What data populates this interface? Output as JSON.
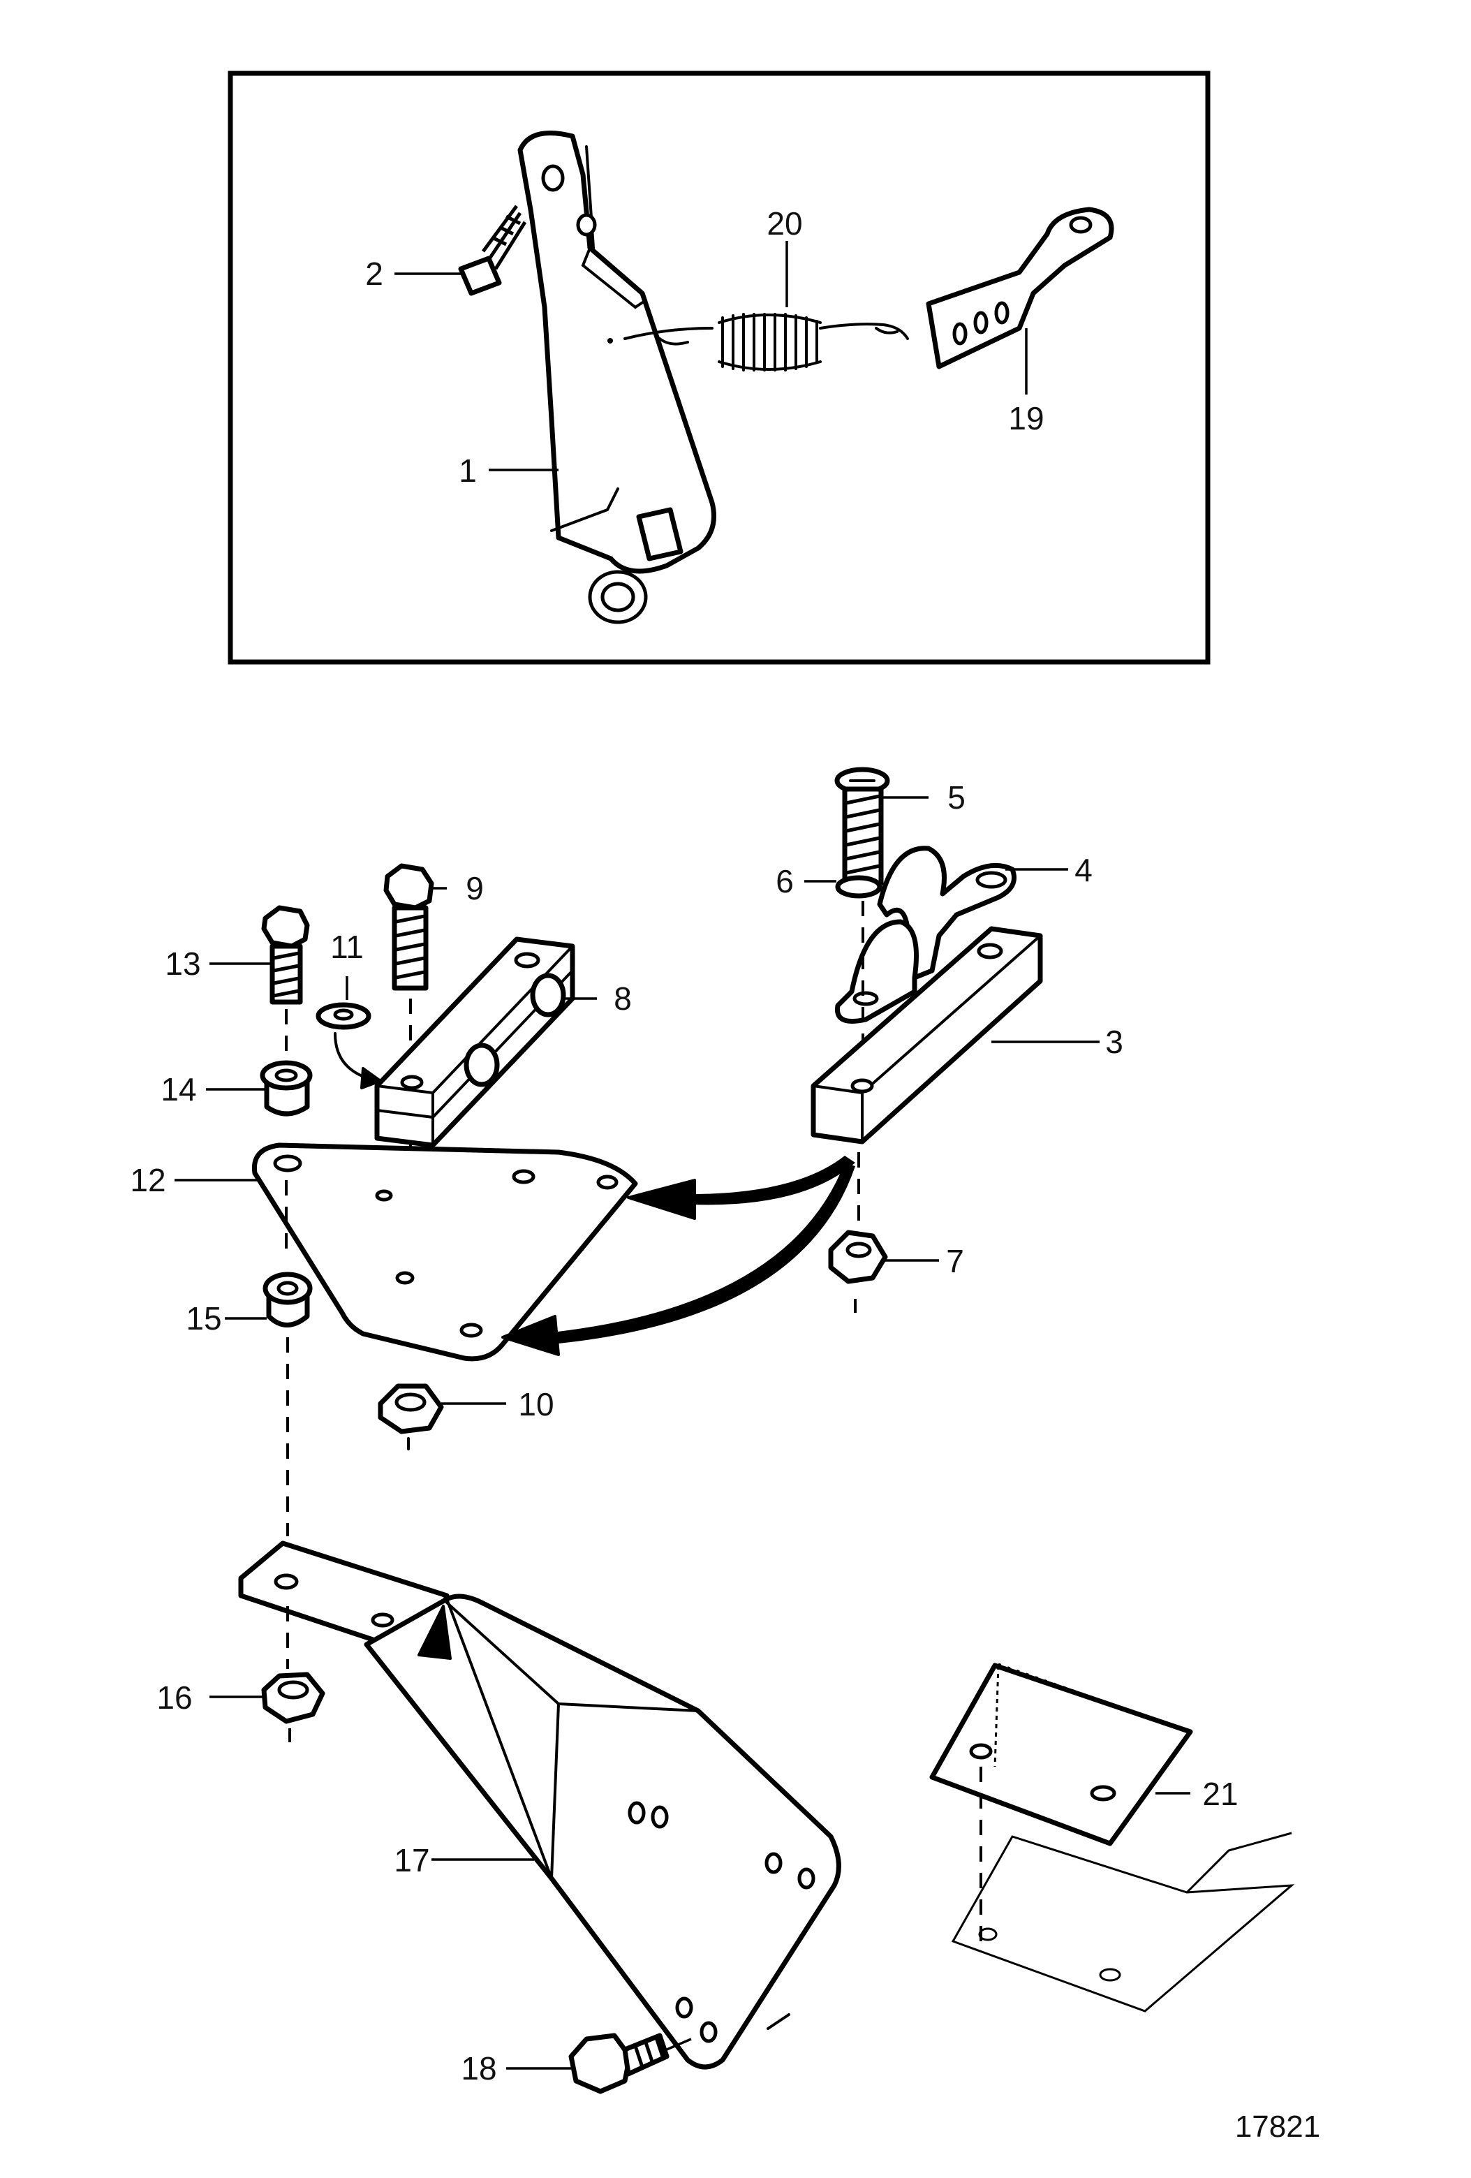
{
  "drawing_number": "17821",
  "callouts": [
    {
      "id": "p1",
      "label": "1"
    },
    {
      "id": "p2",
      "label": "2"
    },
    {
      "id": "p3",
      "label": "3"
    },
    {
      "id": "p4",
      "label": "4"
    },
    {
      "id": "p5",
      "label": "5"
    },
    {
      "id": "p6",
      "label": "6"
    },
    {
      "id": "p7",
      "label": "7"
    },
    {
      "id": "p8",
      "label": "8"
    },
    {
      "id": "p9",
      "label": "9"
    },
    {
      "id": "p10",
      "label": "10"
    },
    {
      "id": "p11",
      "label": "11"
    },
    {
      "id": "p12",
      "label": "12"
    },
    {
      "id": "p13",
      "label": "13"
    },
    {
      "id": "p14",
      "label": "14"
    },
    {
      "id": "p15",
      "label": "15"
    },
    {
      "id": "p16",
      "label": "16"
    },
    {
      "id": "p17",
      "label": "17"
    },
    {
      "id": "p18",
      "label": "18"
    },
    {
      "id": "p19",
      "label": "19"
    },
    {
      "id": "p20",
      "label": "20"
    },
    {
      "id": "p21",
      "label": "21"
    }
  ]
}
